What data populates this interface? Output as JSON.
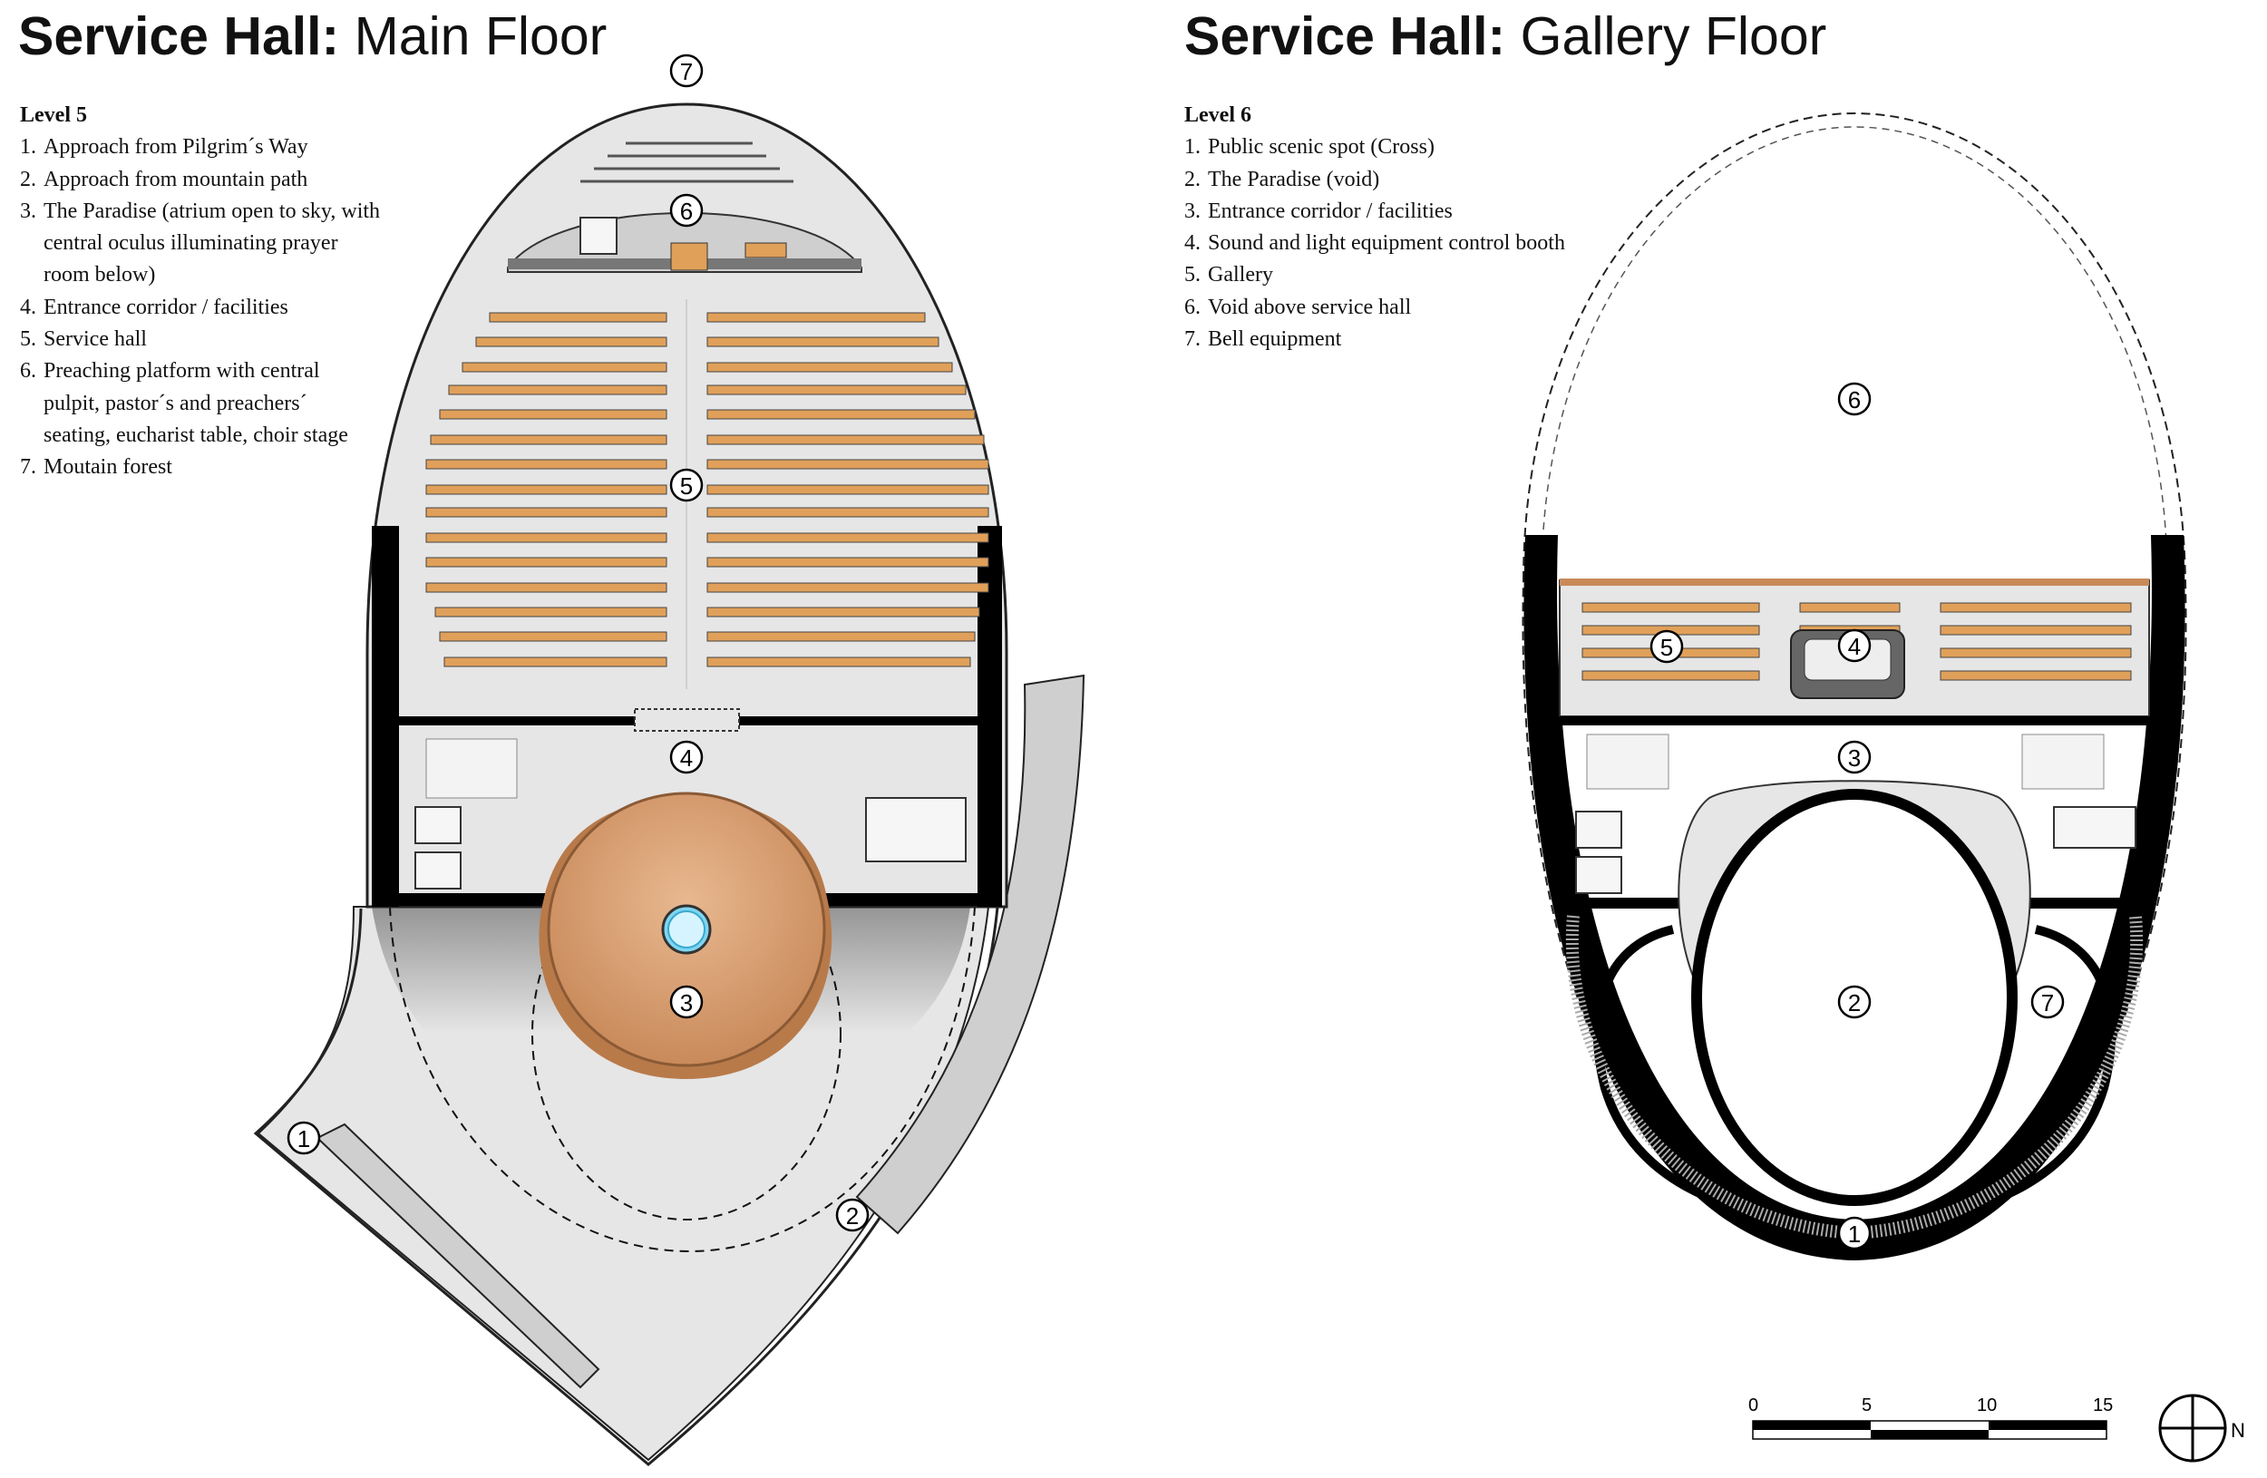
{
  "main_floor": {
    "title_bold": "Service Hall:",
    "title_light": "Main Floor",
    "level": "Level 5",
    "items": [
      {
        "n": "1.",
        "text": "Approach from Pilgrim´s Way"
      },
      {
        "n": "2.",
        "text": "Approach from mountain path"
      },
      {
        "n": "3.",
        "text": "The Paradise (atrium open to sky, with central oculus illuminating prayer room below)"
      },
      {
        "n": "4.",
        "text": "Entrance corridor / facilities"
      },
      {
        "n": "5.",
        "text": "Service hall"
      },
      {
        "n": "6.",
        "text": "Preaching platform with central pulpit, pastor´s and preachers´ seating, eucharist table, choir stage"
      },
      {
        "n": "7.",
        "text": "Moutain forest"
      }
    ],
    "markers": [
      "1",
      "2",
      "3",
      "4",
      "5",
      "6",
      "7"
    ]
  },
  "gallery_floor": {
    "title_bold": "Service Hall:",
    "title_light": "Gallery Floor",
    "level": "Level 6",
    "items": [
      {
        "n": "1.",
        "text": "Public scenic spot (Cross)"
      },
      {
        "n": "2.",
        "text": "The Paradise (void)"
      },
      {
        "n": "3.",
        "text": "Entrance corridor / facilities"
      },
      {
        "n": "4.",
        "text": "Sound and light equipment control booth"
      },
      {
        "n": "5.",
        "text": "Gallery"
      },
      {
        "n": "6.",
        "text": "Void above service hall"
      },
      {
        "n": "7.",
        "text": "Bell equipment"
      }
    ],
    "markers": [
      "1",
      "2",
      "3",
      "4",
      "5",
      "6",
      "7"
    ]
  },
  "scale_bar": {
    "ticks": [
      "0",
      "5",
      "10",
      "15"
    ]
  },
  "north_arrow": {
    "label": "N"
  },
  "colors": {
    "pew": "#e0a05a",
    "floor": "#e6e6e6",
    "wall": "#000000",
    "wood": "#c98a5a",
    "oculus": "#7ed6f0"
  }
}
